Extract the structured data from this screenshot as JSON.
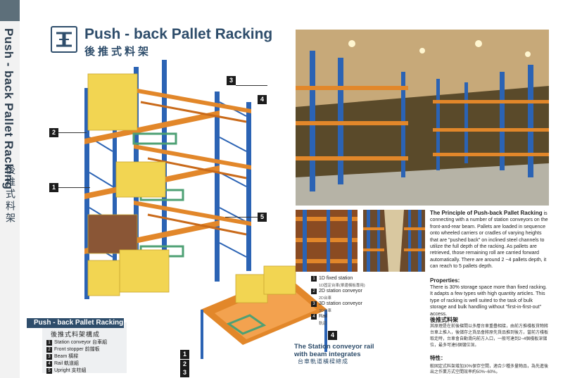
{
  "side": {
    "title": "Push - back Pallet Racking",
    "title_cn": "後推式料架"
  },
  "heading": {
    "title": "Push - back Pallet Racking",
    "title_cn": "後推式料架"
  },
  "callouts": [
    "1",
    "2",
    "3",
    "4",
    "5"
  ],
  "legend": {
    "title": "Push - back Pallet Racking",
    "title_cn": "後推式料架構成",
    "items": [
      {
        "num": "1",
        "label": "Station conveyor 台車組"
      },
      {
        "num": "2",
        "label": "Front stopper 前擋板"
      },
      {
        "num": "3",
        "label": "Beam 橫樑"
      },
      {
        "num": "4",
        "label": "Rail 軌道組"
      },
      {
        "num": "5",
        "label": "Upright 支柱組"
      }
    ]
  },
  "sub_list": [
    {
      "num": "1",
      "label": "1D fixed station",
      "cn": "1D固定台車(單邊橫板專用)"
    },
    {
      "num": "2",
      "label": "2D station conveyor",
      "cn": "2D台車"
    },
    {
      "num": "3",
      "label": "3D station conveyor",
      "cn": "3D台車"
    },
    {
      "num": "4",
      "label": "Rail",
      "cn": "軌道"
    }
  ],
  "beam_caption": {
    "line1": "The Station conveyor rail",
    "line2": "with beam integrates",
    "cn": "台車軌道橫樑總成"
  },
  "principle": {
    "title": "The Principle of Push-back Pallet Racking",
    "body": "is connecting with a number of station conveyors on the front-and-rear beam. Pallets are loaded in sequence onto wheeled carriers or cradles of varying heights that are \"pushed back\" on inclined steel channels to utilize the full depth of the racking. As pallets are retrieved, those remaining roll are carried forward automatically. There are around 2 ~4 pallets depth, it can reach to 5 pallets depth."
  },
  "properties": {
    "title": "Properties:",
    "body": "There is 30% storage space more than fixed racking. It adapts a few types with high quantity articles. This type of racking is well suited to the task of bulk storage and bulk handling without \"first-in-first-out\" access."
  },
  "cn_section": {
    "title": "後推式料架",
    "body": "其原理是在前後樑間以多層台車重疊相接，由前方推棧板貨物將台車上推入，後儲存之貨品會將原先貨品推到後方，當前方棧板取走時，台車會自動滑向前方入口，一般可達到2~4個棧板深儲位，最多可達5個儲位深。",
    "feature_title": "特性：",
    "feature_body": "較固定式料架增加30%保存空間，適合少種多量物品，為先進後出之作業方式空間效率約50%~60%。"
  },
  "colors": {
    "brand": "#2e4d6b",
    "upright": "#2b63b4",
    "beam": "#e2872a",
    "pallet_load": "#f2d552"
  }
}
